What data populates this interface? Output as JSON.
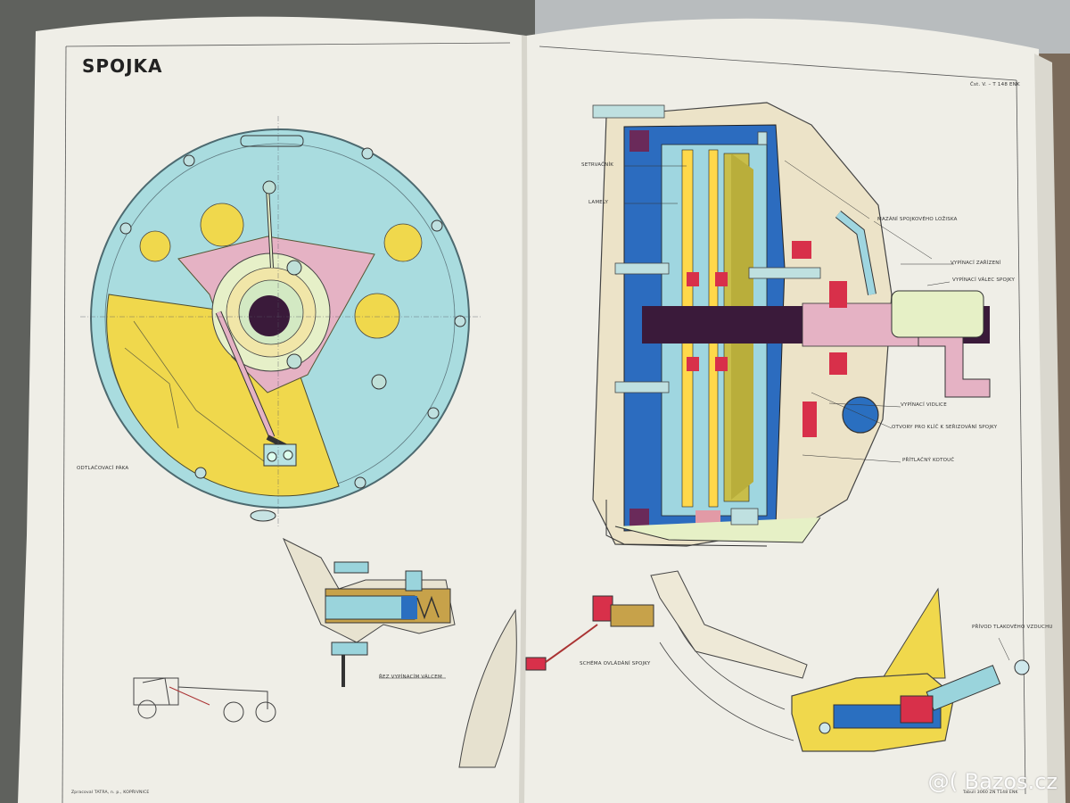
{
  "poster": {
    "title": "SPOJKA",
    "sheet_code": "Čst. V. – T 148 ENK",
    "footer_left": "Zpracoval TATRA, n. p., KOPŘIVNICE",
    "footer_right": "Tabulí 3060 ZN T148 ENK"
  },
  "labels": {
    "lamely": "LAMELY",
    "setrvacnik": "SETRVAČNÍK",
    "mazani": "MAZÁNÍ SPOJKOVÉHO LOŽISKA",
    "vypinaci_zarizeni": "VYPÍNACÍ ZAŘÍZENÍ",
    "vypinaci_valec": "VYPÍNACÍ VÁLEC SPOJKY",
    "vypinaci_vidlice": "VYPÍNACÍ VIDLICE",
    "otvory": "OTVORY PRO KLÍČ K SEŘIZOVÁNÍ SPOJKY",
    "pritlacny_kotouc": "PŘÍTLAČNÝ KOTOUČ",
    "odtlacovaci_paka": "ODTLAČOVACÍ PÁKA",
    "rez_valcem": "ŘEZ VYPÍNACÍM VÁLCEM",
    "schema": "SCHÉMA OVLÁDÁNÍ SPOJKY",
    "privod": "PŘÍVOD TLAKOVÉHO VZDUCHU"
  },
  "watermark": "@( Bazos.cz",
  "colors": {
    "paper": "#f3f2ec",
    "cyan": "#a8dde0",
    "yellow": "#f0d84e",
    "pink": "#e6b3c4",
    "blue": "#2a6fc0",
    "dark_purple": "#3a1a3a",
    "red": "#d8304a",
    "olive": "#c9c050",
    "light_green": "#e6f0c6"
  }
}
